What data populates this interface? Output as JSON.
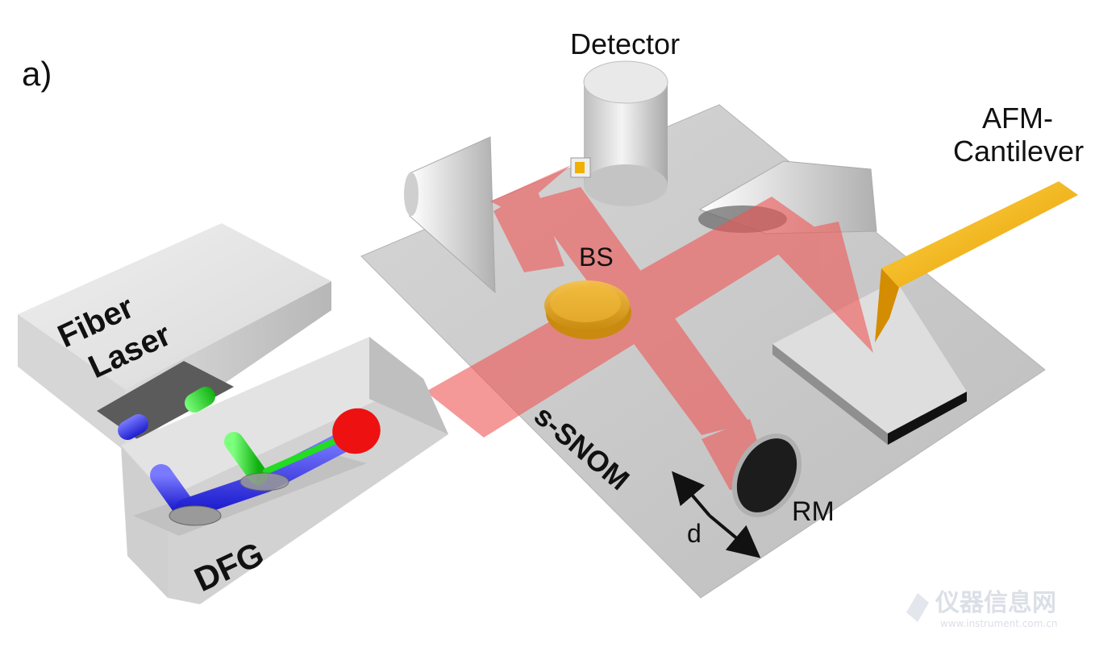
{
  "figure": {
    "panel_label": "a)",
    "labels": {
      "detector": "Detector",
      "afm_line1": "AFM-",
      "afm_line2": "Cantilever",
      "bs": "BS",
      "fiber_line1": "Fiber",
      "fiber_line2": "Laser",
      "dfg": "DFG",
      "snom": "s-SNOM",
      "rm": "RM",
      "d": "d"
    },
    "watermark": {
      "text": "仪器信息网",
      "url": "www.instrument.com.cn"
    },
    "colors": {
      "beam": "#f05555",
      "pump_blue": "#3b3bff",
      "signal_green": "#22dd22",
      "output_red": "#ee1111",
      "cantilever": "#f2b400",
      "beamsplitter": "#e8a41c",
      "platform": "#c8c8c8"
    }
  }
}
